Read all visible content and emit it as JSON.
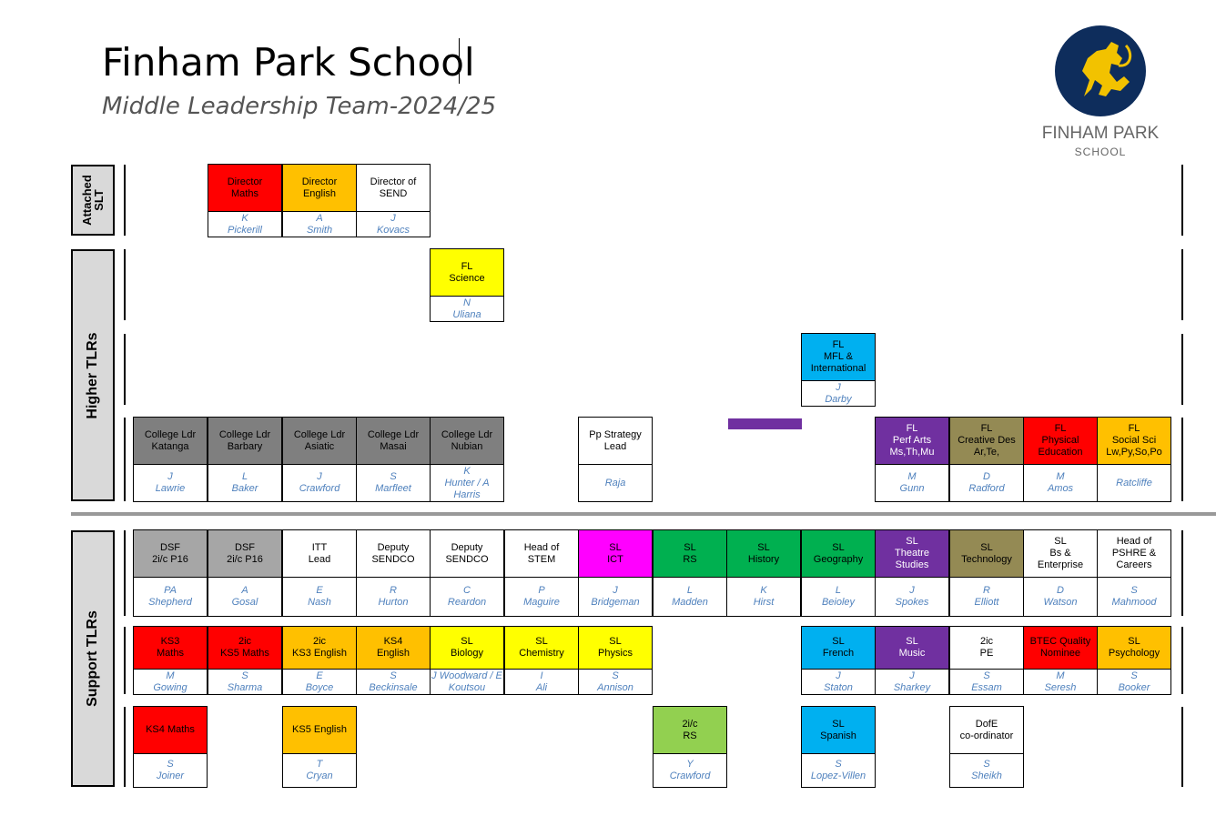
{
  "header": {
    "title": "Finham Park School",
    "subtitle": "Middle Leadership Team-2024/25",
    "logo_name": "FINHAM PARK",
    "logo_sub": "SCHOOL"
  },
  "sections": {
    "attached": "Attached SLT",
    "higher": "Higher TLRs",
    "support": "Support TLRs"
  },
  "colors": {
    "red": "#ff0000",
    "orange": "#ffc000",
    "yellow": "#ffff00",
    "grey": "#7f7f7f",
    "lightgrey": "#a6a6a6",
    "magenta": "#ff00ff",
    "green": "#00b050",
    "purple": "#7030a0",
    "olive": "#948a54",
    "blue": "#00b0f0",
    "lightgreen": "#92d050",
    "white": "#ffffff"
  },
  "cards": [
    {
      "role": "Director\nMaths",
      "name": "K\nPickerill",
      "color": "red"
    },
    {
      "role": "Director\nEnglish",
      "name": "A\nSmith",
      "color": "orange"
    },
    {
      "role": "Director of\nSEND",
      "name": "J\nKovacs",
      "color": "white"
    },
    {
      "role": "FL\nScience",
      "name": "N\nUliana",
      "color": "yellow"
    },
    {
      "role": "FL\nMFL &\nInternational",
      "name": "J\nDarby",
      "color": "blue"
    },
    {
      "role": "College Ldr\nKatanga",
      "name": "J\nLawrie",
      "color": "grey"
    },
    {
      "role": "College Ldr\nBarbary",
      "name": "L\nBaker",
      "color": "grey"
    },
    {
      "role": "College Ldr\nAsiatic",
      "name": "J\nCrawford",
      "color": "grey"
    },
    {
      "role": "College Ldr\nMasai",
      "name": "S\nMarfleet",
      "color": "grey"
    },
    {
      "role": "College Ldr\nNubian",
      "name": "K\nHunter / A\nHarris",
      "color": "grey"
    },
    {
      "role": "Pp Strategy\nLead",
      "name": "Raja",
      "color": "white"
    },
    {
      "role": "FL\nPerf Arts\nMs,Th,Mu",
      "name": "M\nGunn",
      "color": "purple"
    },
    {
      "role": "FL\nCreative Des\nAr,Te,",
      "name": "D\nRadford",
      "color": "olive"
    },
    {
      "role": "FL\nPhysical\nEducation",
      "name": "M\nAmos",
      "color": "red"
    },
    {
      "role": "FL\nSocial Sci\nLw,Py,So,Po",
      "name": "Ratcliffe",
      "color": "orange"
    },
    {
      "role": "DSF\n2i/c P16",
      "name": "PA\nShepherd",
      "color": "lightgrey"
    },
    {
      "role": "DSF\n2i/c P16",
      "name": "A\nGosal",
      "color": "lightgrey"
    },
    {
      "role": "ITT\nLead",
      "name": "E\nNash",
      "color": "white"
    },
    {
      "role": "Deputy\nSENDCO",
      "name": "R\nHurton",
      "color": "white"
    },
    {
      "role": "Deputy\nSENDCO",
      "name": "C\nReardon",
      "color": "white"
    },
    {
      "role": "Head of\nSTEM",
      "name": "P\nMaguire",
      "color": "white"
    },
    {
      "role": "SL\nICT",
      "name": "J\nBridgeman",
      "color": "magenta"
    },
    {
      "role": "SL\nRS",
      "name": "L\nMadden",
      "color": "green"
    },
    {
      "role": "SL\nHistory",
      "name": "K\nHirst",
      "color": "green"
    },
    {
      "role": "SL\nGeography",
      "name": "L\nBeioley",
      "color": "green"
    },
    {
      "role": "SL\nTheatre Studies",
      "name": "J\nSpokes",
      "color": "purple"
    },
    {
      "role": "SL\nTechnology",
      "name": "R\nElliott",
      "color": "olive"
    },
    {
      "role": "SL\nBs & Enterprise",
      "name": "D\nWatson",
      "color": "white"
    },
    {
      "role": "Head of\nPSHRE &\nCareers",
      "name": "S\nMahmood",
      "color": "white"
    },
    {
      "role": "KS3\nMaths",
      "name": "M\nGowing",
      "color": "red"
    },
    {
      "role": "2ic\nKS5 Maths",
      "name": "S\nSharma",
      "color": "red"
    },
    {
      "role": "2ic\nKS3 English",
      "name": "E\nBoyce",
      "color": "orange"
    },
    {
      "role": "KS4\nEnglish",
      "name": "S\nBeckinsale",
      "color": "orange"
    },
    {
      "role": "SL\nBiology",
      "name": "J Woodward / E\nKoutsou",
      "color": "yellow"
    },
    {
      "role": "SL\nChemistry",
      "name": "I\nAli",
      "color": "yellow"
    },
    {
      "role": "SL\nPhysics",
      "name": "S\nAnnison",
      "color": "yellow"
    },
    {
      "role": "SL\nFrench",
      "name": "J\nStaton",
      "color": "blue"
    },
    {
      "role": "SL\nMusic",
      "name": "J\nSharkey",
      "color": "purple"
    },
    {
      "role": "2ic\nPE",
      "name": "S\nEssam",
      "color": "white"
    },
    {
      "role": "BTEC Quality\nNominee",
      "name": "M\nSeresh",
      "color": "red"
    },
    {
      "role": "SL\nPsychology",
      "name": "S\nBooker",
      "color": "orange"
    },
    {
      "role": "KS4 Maths",
      "name": "S\nJoiner",
      "color": "red"
    },
    {
      "role": "KS5 English",
      "name": "T\nCryan",
      "color": "orange"
    },
    {
      "role": "2i/c\nRS",
      "name": "Y\nCrawford",
      "color": "lightgreen"
    },
    {
      "role": "SL\nSpanish",
      "name": "S\nLopez-Villen",
      "color": "blue"
    },
    {
      "role": "DofE\nco-ordinator",
      "name": "S\nSheikh",
      "color": "white"
    }
  ]
}
